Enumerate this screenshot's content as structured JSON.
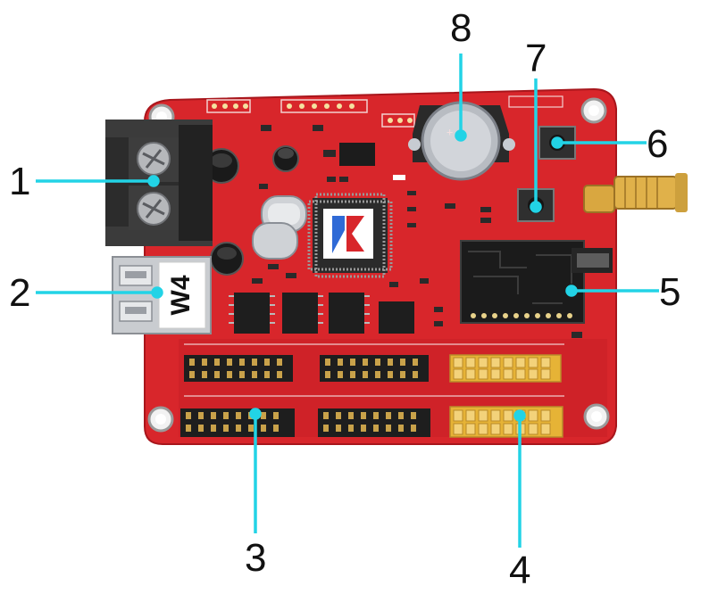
{
  "colors": {
    "board": "#d8262b",
    "board_shade": "#b81c22",
    "callout_line": "#22d3e6",
    "black_header": "#1e1e1e",
    "yellow_header": "#e6b336",
    "terminal": "#3a3a3a"
  },
  "usb_sticker": "W4",
  "callouts": [
    {
      "id": "1",
      "label": "1"
    },
    {
      "id": "2",
      "label": "2"
    },
    {
      "id": "3",
      "label": "3"
    },
    {
      "id": "4",
      "label": "4"
    },
    {
      "id": "5",
      "label": "5"
    },
    {
      "id": "6",
      "label": "6"
    },
    {
      "id": "7",
      "label": "7"
    },
    {
      "id": "8",
      "label": "8"
    }
  ]
}
